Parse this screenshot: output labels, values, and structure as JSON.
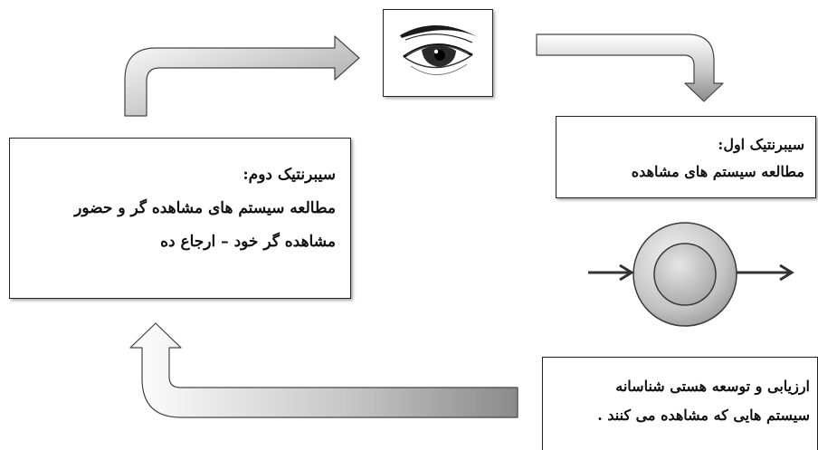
{
  "observer_second_box": {
    "title": "سیبرنتیک دوم:",
    "line1": "مطالعه سیستم های مشاهده گر و حضور",
    "line2": "مشاهده گر خود – ارجاع ده"
  },
  "observer_first_box": {
    "title": "سیبرنتیک اول:",
    "line1": "مطالعه سیستم های مشاهده"
  },
  "evaluation_box": {
    "line1": "ارزیابی و توسعه هستی شناسانه",
    "line2": "سیستم هایی که مشاهده می کنند ."
  },
  "icons": {
    "eye": "eye-icon",
    "system": "system-circle-icon"
  }
}
